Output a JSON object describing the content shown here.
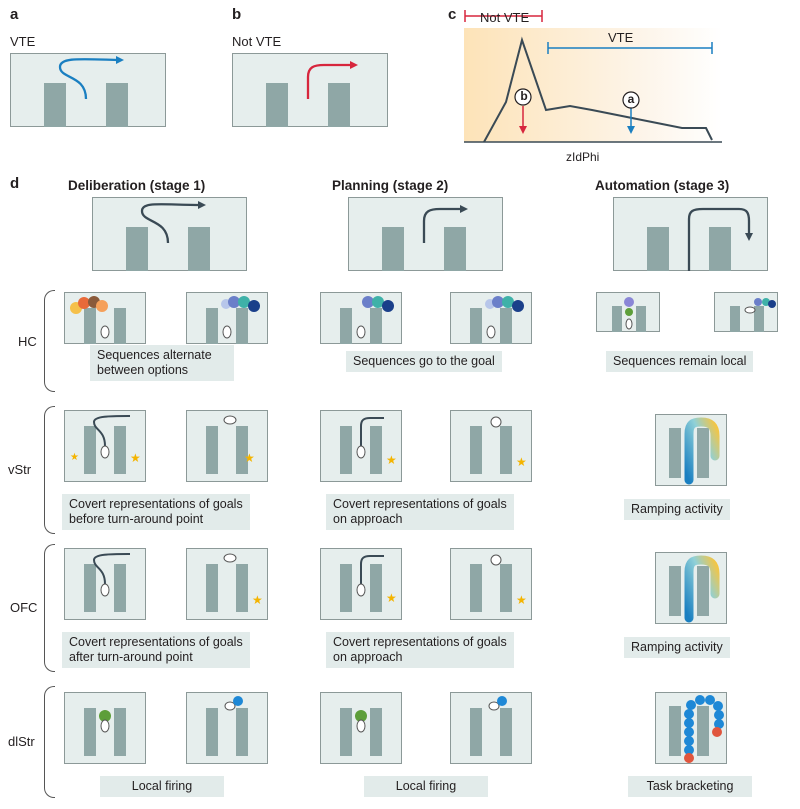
{
  "panels": {
    "a": "a",
    "b": "b",
    "c": "c",
    "d": "d"
  },
  "panel_a": {
    "label": "VTE"
  },
  "panel_b": {
    "label": "Not VTE"
  },
  "panel_c": {
    "not_vte": "Not VTE",
    "vte": "VTE",
    "xlabel": "zIdPhi",
    "marker_b": "b",
    "marker_a": "a"
  },
  "stages": [
    "Deliberation (stage 1)",
    "Planning (stage 2)",
    "Automation (stage 3)"
  ],
  "rows": [
    "HC",
    "vStr",
    "OFC",
    "dlStr"
  ],
  "captions": {
    "hc": [
      "Sequences alternate\nbetween options",
      "Sequences go to the goal",
      "Sequences remain local"
    ],
    "vstr": [
      "Covert representations of goals\nbefore turn-around point",
      "Covert representations of goals\non approach",
      "Ramping activity"
    ],
    "ofc": [
      "Covert representations of goals\nafter turn-around point",
      "Covert representations of goals\non approach",
      "Ramping activity"
    ],
    "dlstr": [
      "Local firing",
      "Local firing",
      "Task bracketing"
    ]
  },
  "colors": {
    "maze_bg": "#e6eeed",
    "maze_border": "#8c9998",
    "pillar": "#8fa7a6",
    "path": "#3a4a55",
    "vte_blue": "#1a7fc1",
    "notvte_red": "#d7263d",
    "caption_bg": "#e2ebea",
    "star": "#f4b400",
    "dlstr_blue": "#1e88d6",
    "dlstr_red": "#e0553d",
    "hc_green": "#5d9e3a"
  }
}
